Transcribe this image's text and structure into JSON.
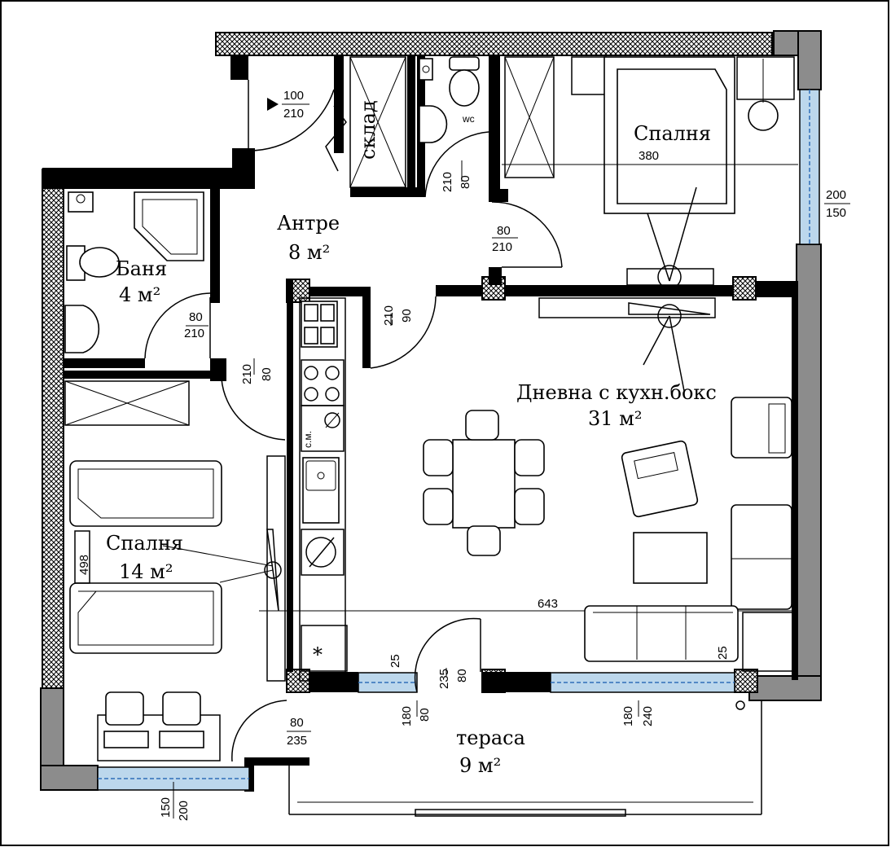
{
  "rooms": {
    "bedroom_top": {
      "name": "Спалня"
    },
    "entrance": {
      "name": "Антре",
      "area": "8 м²"
    },
    "bathroom": {
      "name": "Баня",
      "area": "4 м²"
    },
    "living": {
      "name": "Дневна с кухн.бокс",
      "area": "31 м²"
    },
    "bedroom_left": {
      "name": "Спалня",
      "area": "14 м²"
    },
    "terrace": {
      "name": "тераса",
      "area": "9 м²"
    }
  },
  "labels": {
    "storage": "склад",
    "wc": "wc",
    "washer": "с.м.",
    "fridge": "*"
  },
  "dimensions": {
    "entry_door": {
      "top": "100",
      "bottom": "210"
    },
    "wc_door": {
      "top": "80",
      "bottom": "210"
    },
    "bedroom_door": {
      "top": "80",
      "bottom": "210"
    },
    "bath_door": {
      "top": "80",
      "bottom": "210"
    },
    "left_bedroom_door": {
      "top": "80",
      "bottom": "210"
    },
    "living_door": {
      "top": "90",
      "bottom": "210"
    },
    "bedroom_window": {
      "top": "200",
      "bottom": "150"
    },
    "bedroom_width": "380",
    "living_width": "643",
    "left_width": "498",
    "balcony_door": {
      "top": "80",
      "bottom": "235"
    },
    "terrace_door": {
      "top": "80",
      "bottom": "235"
    },
    "win_25_left": "25",
    "win_25_right": "25",
    "win_180_left": {
      "top": "180",
      "bottom": "80"
    },
    "win_180_right": {
      "top": "180",
      "bottom": "240"
    },
    "bottom_window": {
      "top": "150",
      "bottom": "200"
    }
  }
}
